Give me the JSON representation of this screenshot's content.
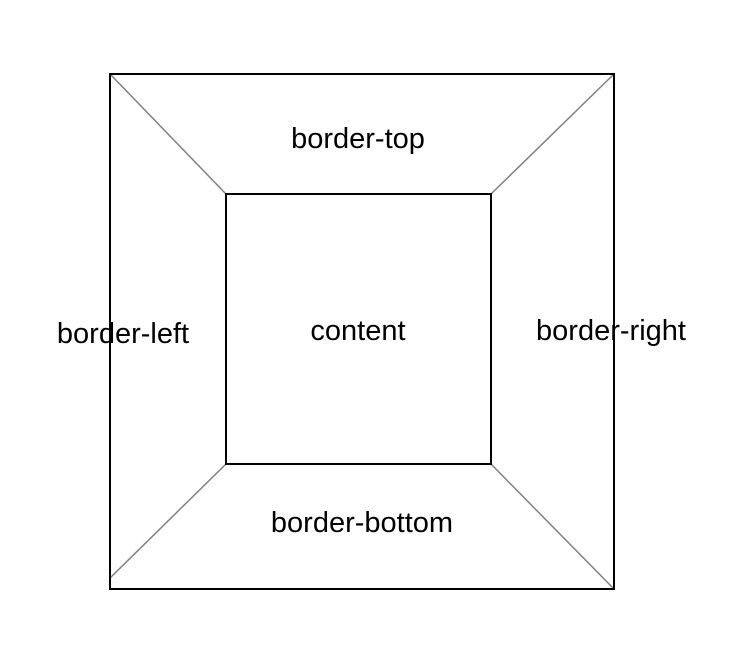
{
  "labels": {
    "top": "border-top",
    "left": "border-left",
    "center": "content",
    "right": "border-right",
    "bottom": "border-bottom"
  },
  "colors": {
    "outline": "#000000",
    "diagonal": "#808080",
    "background": "#ffffff",
    "text": "#000000"
  }
}
